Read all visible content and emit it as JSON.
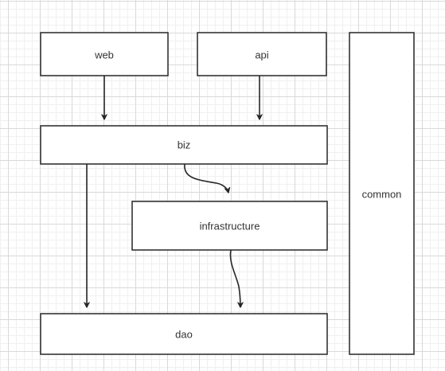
{
  "nodes": {
    "web": "web",
    "api": "api",
    "common": "common",
    "biz": "biz",
    "infrastructure": "infrastructure",
    "dao": "dao"
  }
}
